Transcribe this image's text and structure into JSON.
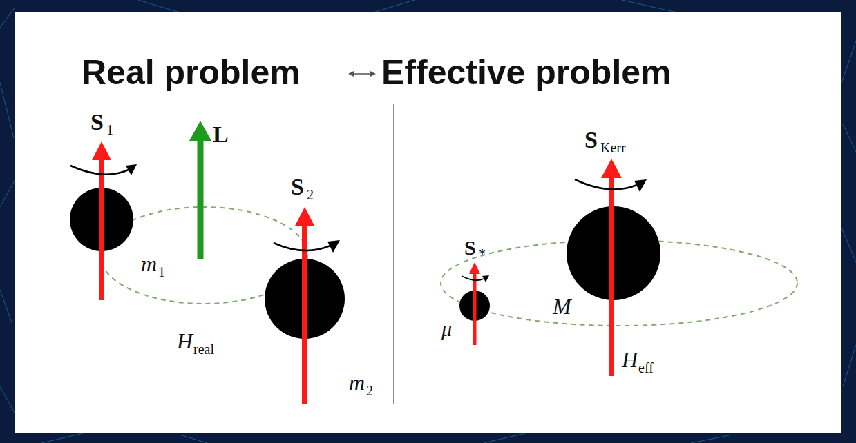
{
  "diagram": {
    "labels": [
      "Real problem",
      "Effective problem",
      "S",
      "1",
      "L",
      "S",
      "2",
      "m",
      "1",
      "m",
      "2",
      "H",
      "real",
      "S",
      "Kerr",
      "S",
      "*",
      "μ",
      "M",
      "H",
      "eff"
    ]
  }
}
